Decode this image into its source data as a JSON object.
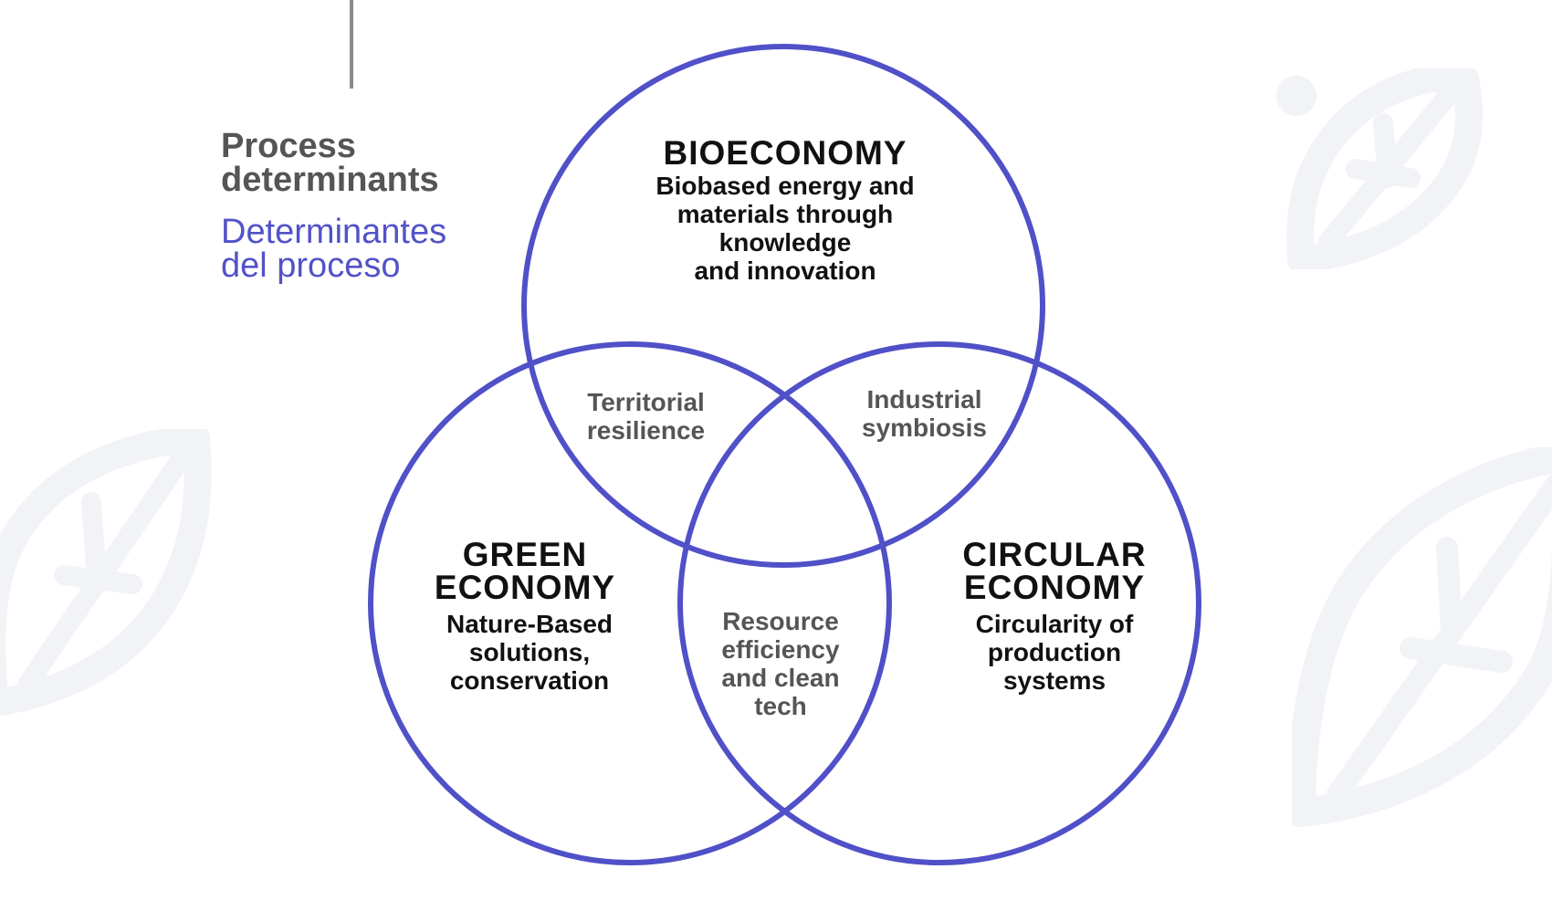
{
  "heading": {
    "english": "Process\ndeterminants",
    "spanish": "Determinantes\ndel proceso"
  },
  "circles": {
    "bioeconomy": {
      "title": "BIOECONOMY",
      "description": "Biobased energy and\nmaterials through\nknowledge\nand innovation"
    },
    "green_economy": {
      "title": "GREEN\nECONOMY",
      "description": "Nature-Based\nsolutions,\nconservation"
    },
    "circular_economy": {
      "title": "CIRCULAR\nECONOMY",
      "description": "Circularity of\nproduction\nsystems"
    }
  },
  "overlaps": {
    "bio_green": "Territorial\nresilience",
    "bio_circular": "Industrial\nsymbiosis",
    "green_circular": "Resource\nefficiency\nand clean\ntech"
  },
  "colors": {
    "circle_stroke": "#5050c8",
    "spanish_heading": "#5252c8",
    "english_heading": "#555555",
    "decor": "#f2f3f7"
  },
  "decorations": [
    "leaf-icon",
    "leaf-icon",
    "leaf-icon"
  ]
}
